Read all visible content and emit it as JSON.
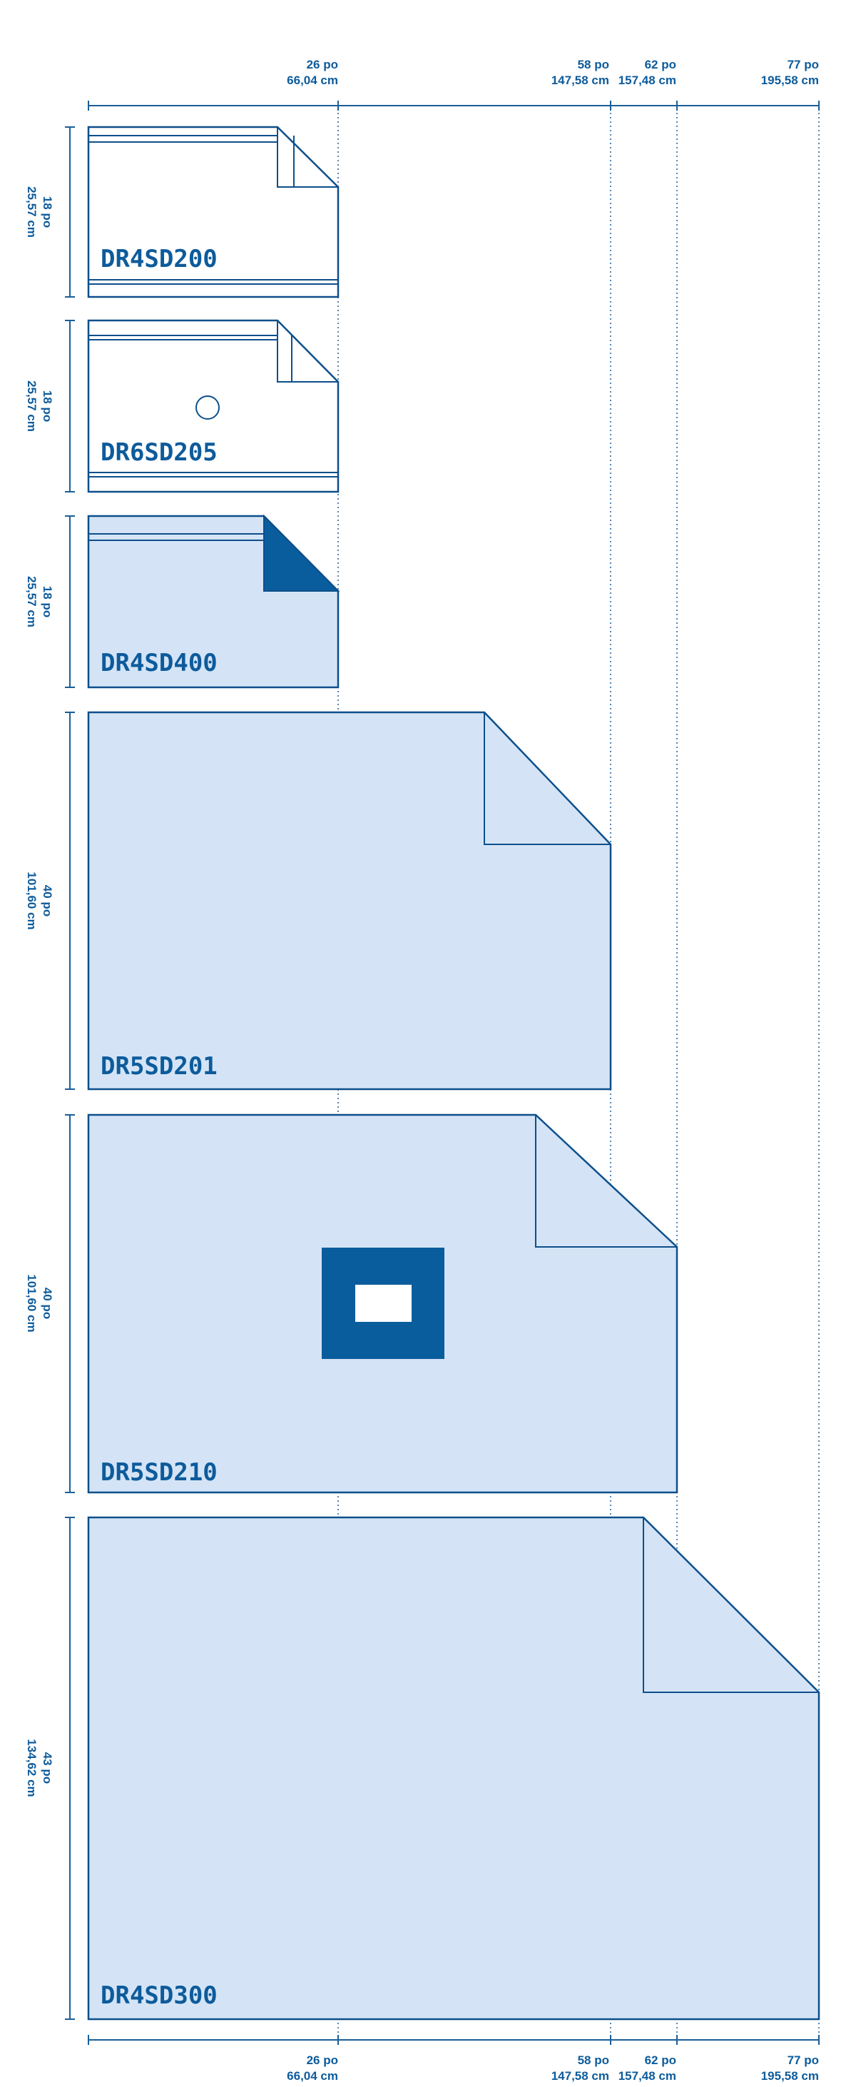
{
  "colors": {
    "accent": "#0d5b9b",
    "fill_light": "#d4e4f6",
    "fill_dark": "#0a5d9c",
    "background": "#ffffff"
  },
  "ruler": {
    "ticks": [
      {
        "inches": "26 po",
        "cm": "66,04 cm"
      },
      {
        "inches": "58 po",
        "cm": "147,58 cm"
      },
      {
        "inches": "62 po",
        "cm": "157,48 cm"
      },
      {
        "inches": "77 po",
        "cm": "195,58 cm"
      }
    ]
  },
  "products": [
    {
      "code": "DR4SD200",
      "height_in": "18 po",
      "height_cm": "25,57 cm",
      "style": "outline-bands"
    },
    {
      "code": "DR6SD205",
      "height_in": "18 po",
      "height_cm": "25,57 cm",
      "style": "outline-bands-circle"
    },
    {
      "code": "DR4SD400",
      "height_in": "18 po",
      "height_cm": "25,57 cm",
      "style": "filled-dark-corner"
    },
    {
      "code": "DR5SD201",
      "height_in": "40 po",
      "height_cm": "101,60 cm",
      "style": "filled"
    },
    {
      "code": "DR5SD210",
      "height_in": "40 po",
      "height_cm": "101,60 cm",
      "style": "filled-window"
    },
    {
      "code": "DR4SD300",
      "height_in": "43 po",
      "height_cm": "134,62 cm",
      "style": "filled"
    }
  ]
}
